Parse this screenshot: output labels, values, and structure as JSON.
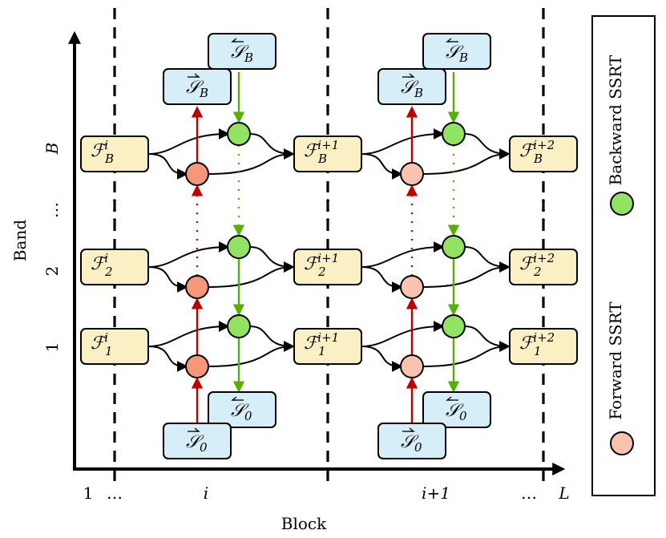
{
  "axes": {
    "x_label": "Block",
    "y_label": "Band",
    "x_ticks": [
      "1",
      "…",
      "i",
      "i+1",
      "…",
      "L"
    ],
    "y_ticks": [
      "1",
      "2",
      "…",
      "B"
    ]
  },
  "blocks": [
    "i",
    "i+1",
    "i+2"
  ],
  "bands": [
    "1",
    "2",
    "B"
  ],
  "states": {
    "forward_top": "B",
    "backward_top": "B",
    "forward_bottom": "0",
    "backward_bottom": "0"
  },
  "legend": {
    "backward": "Backward SSRT",
    "forward": "Forward SSRT"
  },
  "colors": {
    "feature_fill": "#FBEFC4",
    "state_fill": "#D6EEF8",
    "forward_node": "#F6977A",
    "forward_node_light": "#F9C3B0",
    "backward_node": "#92E363",
    "forward_arrow": "#C00000",
    "backward_arrow": "#55B000"
  }
}
